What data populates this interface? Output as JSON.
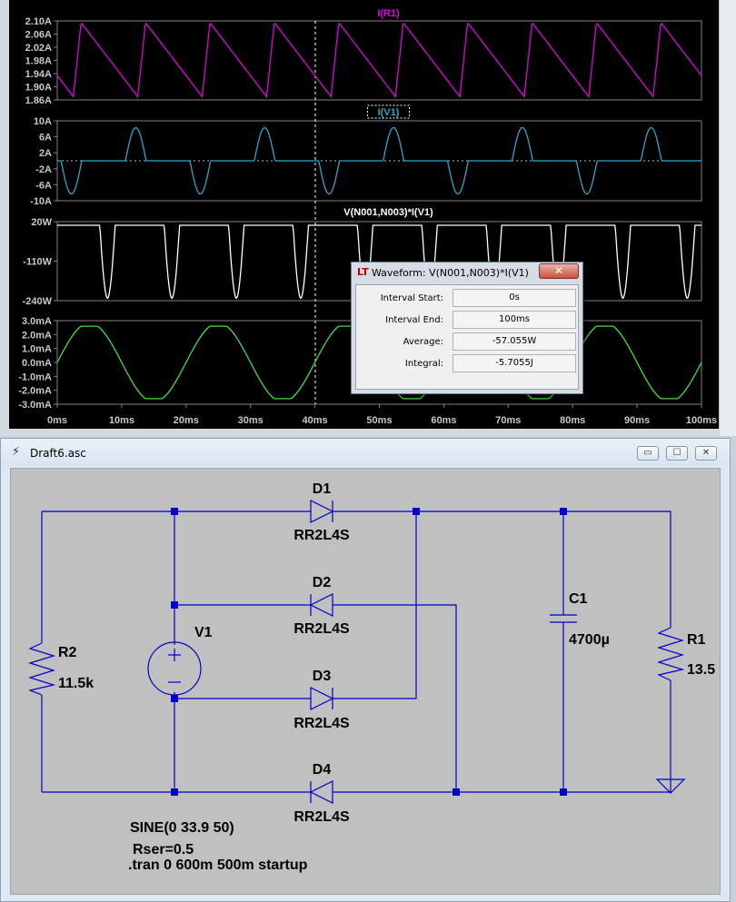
{
  "waveform": {
    "x_ticks": [
      "0ms",
      "10ms",
      "20ms",
      "30ms",
      "40ms",
      "50ms",
      "60ms",
      "70ms",
      "80ms",
      "90ms",
      "100ms"
    ],
    "panes": [
      {
        "title": "I(R1)",
        "color": "#e000e0",
        "y_ticks": [
          "2.10A",
          "2.06A",
          "2.02A",
          "1.98A",
          "1.94A",
          "1.90A",
          "1.86A"
        ]
      },
      {
        "title": "I(V1)",
        "color": "#2aa8c8",
        "y_ticks": [
          "10A",
          "6A",
          "2A",
          "-2A",
          "-6A",
          "-10A"
        ]
      },
      {
        "title": "V(N001,N003)*I(V1)",
        "color": "#ffffff",
        "y_ticks": [
          "20W",
          "-110W",
          "-240W"
        ]
      },
      {
        "title": "",
        "color": "#40e040",
        "y_ticks": [
          "3.0mA",
          "2.0mA",
          "1.0mA",
          "0.0mA",
          "-1.0mA",
          "-2.0mA",
          "-3.0mA"
        ]
      }
    ],
    "colors": {
      "background": "#000000",
      "grid": "#808080",
      "cursor": "#ffffff"
    }
  },
  "dialog": {
    "title": "Waveform: V(N001,N003)*I(V1)",
    "close_label": "✕",
    "fields": [
      {
        "label": "Interval Start:",
        "value": "0s"
      },
      {
        "label": "Interval End:",
        "value": "100ms"
      },
      {
        "label": "Average:",
        "value": "-57.055W"
      },
      {
        "label": "Integral:",
        "value": "-5.7055J"
      }
    ]
  },
  "schematic": {
    "title": "Draft6.asc",
    "buttons": {
      "minimize": "▭",
      "maximize": "☐",
      "close": "✕"
    },
    "diodes": [
      {
        "ref": "D1",
        "model": "RR2L4S"
      },
      {
        "ref": "D2",
        "model": "RR2L4S"
      },
      {
        "ref": "D3",
        "model": "RR2L4S"
      },
      {
        "ref": "D4",
        "model": "RR2L4S"
      }
    ],
    "source": {
      "ref": "V1",
      "spec": "SINE(0 33.9 50)",
      "rser": "Rser=0.5"
    },
    "r2": {
      "ref": "R2",
      "value": "11.5k"
    },
    "c1": {
      "ref": "C1",
      "value": "4700µ"
    },
    "r1": {
      "ref": "R1",
      "value": "13.5"
    },
    "directive": ".tran 0 600m 500m startup",
    "colors": {
      "wire": "#0000c8",
      "text": "#000000",
      "canvas": "#c0c0c0"
    }
  }
}
